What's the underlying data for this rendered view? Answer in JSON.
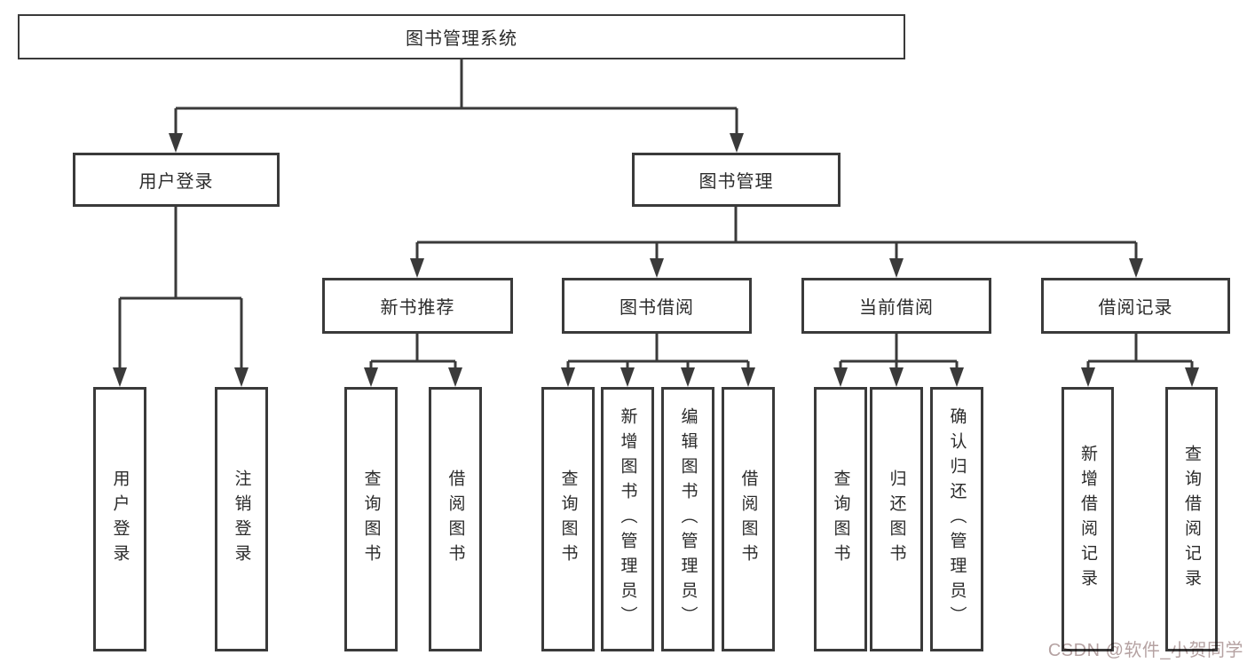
{
  "colors": {
    "line": "#3a3a3a",
    "ink": "#2b2b2b",
    "watermark": "#b5a2a2"
  },
  "nodes": {
    "root": {
      "label": "图书管理系统"
    },
    "user_login": {
      "label": "用户登录"
    },
    "book_mgmt": {
      "label": "图书管理"
    },
    "new_book_rec": {
      "label": "新书推荐"
    },
    "book_borrow": {
      "label": "图书借阅"
    },
    "current_borrow": {
      "label": "当前借阅"
    },
    "borrow_records": {
      "label": "借阅记录"
    },
    "leaf_user_login": {
      "label": "用户登录"
    },
    "leaf_logout": {
      "label": "注销登录"
    },
    "leaf_nbr_query": {
      "label": "查询图书"
    },
    "leaf_nbr_borrow": {
      "label": "借阅图书"
    },
    "leaf_bb_query": {
      "label": "查询图书"
    },
    "leaf_bb_add": {
      "label": "新增图书（管理员）"
    },
    "leaf_bb_edit": {
      "label": "编辑图书（管理员）"
    },
    "leaf_bb_borrow": {
      "label": "借阅图书"
    },
    "leaf_cb_query": {
      "label": "查询图书"
    },
    "leaf_cb_return": {
      "label": "归还图书"
    },
    "leaf_cb_confirm": {
      "label": "确认归还（管理员）"
    },
    "leaf_br_add": {
      "label": "新增借阅记录"
    },
    "leaf_br_query": {
      "label": "查询借阅记录"
    }
  },
  "watermark": {
    "text": "CSDN @软件_小贺同学"
  }
}
